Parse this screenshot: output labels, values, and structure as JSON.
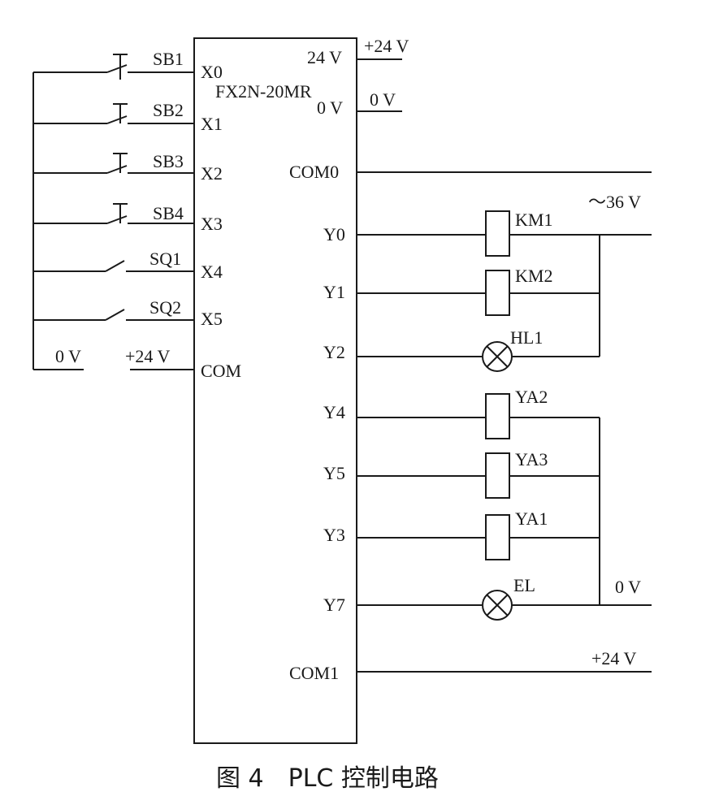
{
  "plc": {
    "model": "FX2N-20MR",
    "power_terminals": {
      "plus24": "24 V",
      "zero": "0 V"
    },
    "inputs": [
      "X0",
      "X1",
      "X2",
      "X3",
      "X4",
      "X5"
    ],
    "input_com": "COM",
    "com0": "COM0",
    "com1": "COM1",
    "outputs": [
      "Y0",
      "Y1",
      "Y2",
      "Y4",
      "Y5",
      "Y3",
      "Y7"
    ]
  },
  "supply": {
    "plc_plus24": "+24 V",
    "plc_zero": "0 V",
    "input_zero": "0 V",
    "input_plus24": "+24 V",
    "ac36": "～36 V",
    "output_zero": "0 V",
    "com1_plus24": "+24 V"
  },
  "switches": [
    "SB1",
    "SB2",
    "SB3",
    "SB4",
    "SQ1",
    "SQ2"
  ],
  "loads": [
    "KM1",
    "KM2",
    "HL1",
    "YA2",
    "YA3",
    "YA1",
    "EL"
  ],
  "caption": "图 4　PLC 控制电路"
}
